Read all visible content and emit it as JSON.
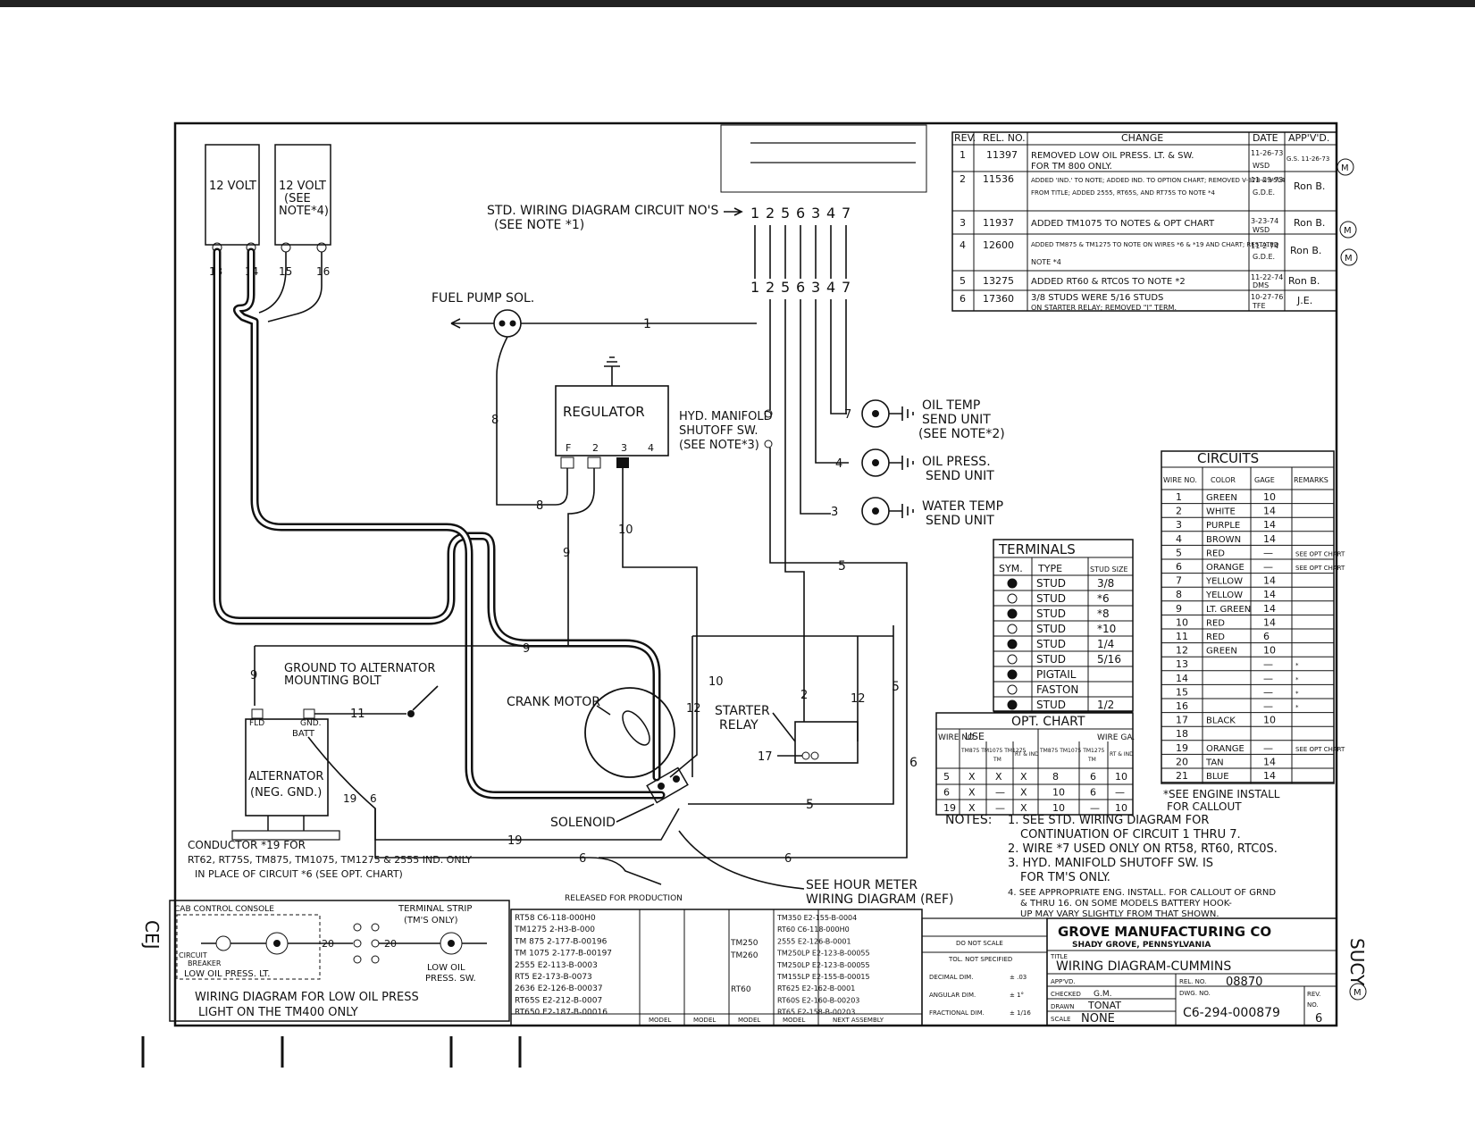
{
  "batteries": {
    "left_label": "12 VOLT",
    "right_label_line1": "12 VOLT",
    "right_label_line2": "(SEE",
    "right_label_line3": "NOTE*4)",
    "terminals": [
      "13",
      "14",
      "15",
      "16"
    ]
  },
  "std_circuit": {
    "label_line1": "STD. WIRING DIAGRAM CIRCUIT NO'S",
    "label_line2": "(SEE NOTE *1)",
    "numbers": [
      "1",
      "2",
      "5",
      "6",
      "3",
      "4",
      "7"
    ]
  },
  "components": {
    "fuel_pump": "FUEL PUMP SOL.",
    "regulator": "REGULATOR",
    "regulator_terminals": [
      "F",
      "2",
      "3",
      "4"
    ],
    "hyd_line1": "HYD. MANIFOLD",
    "hyd_line2": "SHUTOFF SW.",
    "hyd_line3": "(SEE NOTE*3)",
    "oil_temp_line1": "OIL TEMP",
    "oil_temp_line2": "SEND UNIT",
    "oil_temp_line3": "(SEE NOTE*2)",
    "oil_press_line1": "OIL PRESS.",
    "oil_press_line2": "SEND UNIT",
    "water_temp_line1": "WATER TEMP",
    "water_temp_line2": "SEND UNIT",
    "ground_line1": "GROUND TO ALTERNATOR",
    "ground_line2": "MOUNTING BOLT",
    "alternator_line1": "ALTERNATOR",
    "alternator_line2": "(NEG. GND.)",
    "alt_fld": "FLD",
    "alt_gnd": "GND.",
    "alt_batt": "BATT",
    "crank_motor": "CRANK MOTOR",
    "solenoid": "SOLENOID",
    "starter_line1": "STARTER",
    "starter_line2": "RELAY",
    "conductor_line1": "CONDUCTOR *19 FOR",
    "conductor_line2": "RT62, RT75S, TM875, TM1075, TM1275 & 2555 IND. ONLY",
    "conductor_line3": "IN PLACE OF CIRCUIT *6 (SEE OPT. CHART)",
    "hour_meter_line1": "SEE HOUR METER",
    "hour_meter_line2": "WIRING DIAGRAM (REF)"
  },
  "wire_labels": {
    "w1": "1",
    "w8a": "8",
    "w8b": "8",
    "w9a": "9",
    "w9b": "9",
    "w9c": "9",
    "w10a": "10",
    "w10b": "10",
    "w11": "11",
    "w12a": "12",
    "w12b": "12",
    "w2": "2",
    "w3": "3",
    "w4": "4",
    "w5a": "5",
    "w5b": "5",
    "w5c": "5",
    "w6a": "6",
    "w6b": "6",
    "w6c": "6",
    "w6d": "6",
    "w7": "7",
    "w17": "17",
    "w19a": "19",
    "w19b": "19"
  },
  "revisions": {
    "headers": [
      "REV.",
      "REL. NO.",
      "CHANGE",
      "DATE",
      "APP'V'D."
    ],
    "rows": [
      {
        "rev": "1",
        "rel": "11397",
        "change1": "REMOVED LOW OIL PRESS. LT. & SW.",
        "change2": "FOR TM 800 ONLY.",
        "date": "11-26-73",
        "date2": "WSD",
        "appvd": "G.S. 11-26-73"
      },
      {
        "rev": "2",
        "rel": "11536",
        "change1": "ADDED 'IND.' TO NOTE; ADDED IND. TO OPTION CHART; REMOVED V-378 & V504",
        "change2": "FROM TITLE; ADDED 2555, RT65S, AND RT75S TO NOTE *4",
        "date": "11-29-73",
        "date2": "G.D.E.",
        "appvd": "Ron B."
      },
      {
        "rev": "3",
        "rel": "11937",
        "change1": "ADDED TM1075 TO NOTES & OPT CHART",
        "change2": "",
        "date": "3-23-74",
        "date2": "WSD",
        "appvd": "Ron B."
      },
      {
        "rev": "4",
        "rel": "12600",
        "change1": "ADDED TM875 & TM1275 TO NOTE ON WIRES *6 & *19 AND CHART; RESTATED",
        "change2": "NOTE *4",
        "date": "11-2-74",
        "date2": "G.D.E.",
        "appvd": "Ron B."
      },
      {
        "rev": "5",
        "rel": "13275",
        "change1": "ADDED RT60 & RTC0S TO NOTE *2",
        "change2": "",
        "date": "11-22-74",
        "date2": "DMS",
        "appvd": "Ron B."
      },
      {
        "rev": "6",
        "rel": "17360",
        "change1": "3/8 STUDS WERE 5/16 STUDS",
        "change2": "ON STARTER RELAY; REMOVED \"I\" TERM.",
        "date": "10-27-76",
        "date2": "TFE",
        "appvd": "J.E."
      }
    ]
  },
  "circuits": {
    "title": "CIRCUITS",
    "headers": [
      "WIRE NO.",
      "COLOR",
      "GAGE",
      "REMARKS"
    ],
    "rows": [
      [
        "1",
        "GREEN",
        "10",
        ""
      ],
      [
        "2",
        "WHITE",
        "14",
        ""
      ],
      [
        "3",
        "PURPLE",
        "14",
        ""
      ],
      [
        "4",
        "BROWN",
        "14",
        ""
      ],
      [
        "5",
        "RED",
        "—",
        "SEE OPT CHART"
      ],
      [
        "6",
        "ORANGE",
        "—",
        "SEE OPT CHART"
      ],
      [
        "7",
        "YELLOW",
        "14",
        ""
      ],
      [
        "8",
        "YELLOW",
        "14",
        ""
      ],
      [
        "9",
        "LT. GREEN",
        "14",
        ""
      ],
      [
        "10",
        "RED",
        "14",
        ""
      ],
      [
        "11",
        "RED",
        "6",
        ""
      ],
      [
        "12",
        "GREEN",
        "10",
        ""
      ],
      [
        "13",
        "",
        "—",
        "*"
      ],
      [
        "14",
        "",
        "—",
        "*"
      ],
      [
        "15",
        "",
        "—",
        "*"
      ],
      [
        "16",
        "",
        "—",
        "*"
      ],
      [
        "17",
        "BLACK",
        "10",
        ""
      ],
      [
        "18",
        "",
        "",
        ""
      ],
      [
        "19",
        "ORANGE",
        "—",
        "SEE OPT CHART"
      ],
      [
        "20",
        "TAN",
        "14",
        ""
      ],
      [
        "21",
        "BLUE",
        "14",
        ""
      ]
    ],
    "footnote1": "*SEE ENGINE INSTALL",
    "footnote2": "FOR CALLOUT"
  },
  "terminals": {
    "title": "TERMINALS",
    "headers": [
      "SYM.",
      "TYPE",
      "STUD SIZE"
    ],
    "rows": [
      [
        "STUD",
        "3/8"
      ],
      [
        "STUD",
        "*6"
      ],
      [
        "STUD",
        "*8"
      ],
      [
        "STUD",
        "*10"
      ],
      [
        "STUD",
        "1/4"
      ],
      [
        "STUD",
        "5/16"
      ],
      [
        "PIGTAIL",
        ""
      ],
      [
        "FASTON",
        ""
      ],
      [
        "STUD",
        "1/2"
      ]
    ]
  },
  "opt_chart": {
    "title": "OPT. CHART",
    "h_wire": "WIRE NO.",
    "h_use": "USE",
    "h_wire_ga": "WIRE GA.",
    "sub_headers": [
      "TM875 TM1075 TM1275",
      "TM",
      "RT & IND",
      "TM875 TM1075 TM1275",
      "TM",
      "RT & IND"
    ],
    "rows": [
      [
        "5",
        "X",
        "X",
        "X",
        "8",
        "6",
        "10"
      ],
      [
        "6",
        "X",
        "—",
        "X",
        "10",
        "6",
        "—"
      ],
      [
        "19",
        "X",
        "—",
        "X",
        "10",
        "—",
        "10"
      ]
    ]
  },
  "notes": {
    "title": "NOTES:",
    "n1a": "1. SEE STD. WIRING DIAGRAM FOR",
    "n1b": "CONTINUATION OF CIRCUIT 1 THRU 7.",
    "n2": "2. WIRE *7 USED ONLY ON RT58, RT60, RTC0S.",
    "n3a": "3. HYD. MANIFOLD SHUTOFF SW. IS",
    "n3b": "FOR TM'S ONLY.",
    "n4a": "4. SEE APPROPRIATE ENG. INSTALL. FOR CALLOUT OF GRND",
    "n4b": "& THRU 16. ON SOME MODELS BATTERY HOOK-",
    "n4c": "UP MAY VARY SLIGHTLY FROM THAT SHOWN."
  },
  "low_oil": {
    "cab": "CAB CONTROL CONSOLE",
    "terminal_line1": "TERMINAL STRIP",
    "terminal_line2": "(TM'S ONLY)",
    "circuit_line1": "CIRCUIT",
    "circuit_line2": "BREAKER",
    "low_press_lt": "LOW OIL PRESS. LT.",
    "low_oil_line1": "LOW OIL",
    "low_oil_line2": "PRESS. SW.",
    "wire20a": "20",
    "wire20b": "20",
    "caption_line1": "WIRING DIAGRAM FOR LOW OIL PRESS",
    "caption_line2": "LIGHT ON THE TM400 ONLY"
  },
  "release": {
    "title": "RELEASED FOR PRODUCTION",
    "left_col": [
      "RT58 C6-118-000H0",
      "TM1275 2-H3-B-000",
      "TM 875 2-177-B-00196",
      "TM 1075 2-177-B-00197",
      "2555 E2-113-B-0003",
      "RT5 E2-173-B-0073",
      "2636 E2-126-B-00037",
      "RT65S E2-212-B-0007",
      "RT650 E2-187-B-00016"
    ],
    "mid_models": [
      "TM250",
      "TM260",
      "",
      "RT60"
    ],
    "right_col": [
      "TM350 E2-155-B-0004",
      "RT60 C6-118-000H0",
      "2555 E2-126-B-0001",
      "TM250LP E2-123-B-00055",
      "TM250LP E2-123-B-00055",
      "TM155LP E2-155-B-00015",
      "RT625 E2-162-B-0001",
      "RT60S E2-160-B-00203",
      "RT65 E2-158-B-00203"
    ],
    "footer": [
      "MODEL",
      "MODEL",
      "MODEL",
      "MODEL",
      "NEXT ASSEMBLY"
    ]
  },
  "tolerance": {
    "do_not_scale": "DO NOT SCALE",
    "tol": "TOL. NOT SPECIFIED",
    "decimal": "DECIMAL DIM.",
    "angular": "ANGULAR DIM.",
    "fractional": "FRACTIONAL DIM.",
    "v1": "± .03",
    "v2": "± 1°",
    "v3": "± 1/16"
  },
  "title_block": {
    "company": "GROVE MANUFACTURING CO",
    "location": "SHADY GROVE, PENNSYLVANIA",
    "title_label": "TITLE",
    "title": "WIRING DIAGRAM-CUMMINS",
    "appvd_label": "APP'VD.",
    "checked_label": "CHECKED",
    "checked_val": "G.M.",
    "drawn_label": "DRAWN",
    "drawn_val": "TONAT",
    "scale_label": "SCALE",
    "scale_val": "NONE",
    "rel_no_label": "REL. NO.",
    "rel_no": "08870",
    "dwg_no_label": "DWG. NO.",
    "dwg_no": "C6-294-000879",
    "rev_label": "REV.",
    "no_label": "NO.",
    "rev_value": "6"
  },
  "margin": {
    "left": "CEJ",
    "right": "SUCY"
  }
}
